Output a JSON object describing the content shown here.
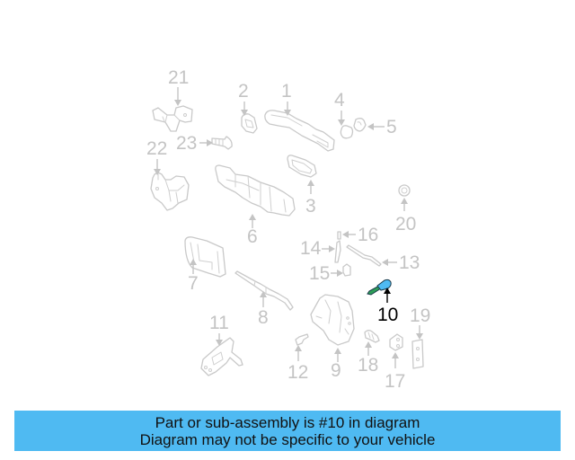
{
  "diagram": {
    "highlighted_part": "10",
    "highlight_color": "#4fbaf2",
    "callout_color": "#c4c4c4",
    "callouts": [
      {
        "id": "1",
        "label": "1"
      },
      {
        "id": "2",
        "label": "2"
      },
      {
        "id": "3",
        "label": "3"
      },
      {
        "id": "4",
        "label": "4"
      },
      {
        "id": "5",
        "label": "5"
      },
      {
        "id": "6",
        "label": "6"
      },
      {
        "id": "7",
        "label": "7"
      },
      {
        "id": "8",
        "label": "8"
      },
      {
        "id": "9",
        "label": "9"
      },
      {
        "id": "10",
        "label": "10"
      },
      {
        "id": "11",
        "label": "11"
      },
      {
        "id": "12",
        "label": "12"
      },
      {
        "id": "13",
        "label": "13"
      },
      {
        "id": "14",
        "label": "14"
      },
      {
        "id": "15",
        "label": "15"
      },
      {
        "id": "16",
        "label": "16"
      },
      {
        "id": "17",
        "label": "17"
      },
      {
        "id": "18",
        "label": "18"
      },
      {
        "id": "19",
        "label": "19"
      },
      {
        "id": "20",
        "label": "20"
      },
      {
        "id": "21",
        "label": "21"
      },
      {
        "id": "22",
        "label": "22"
      },
      {
        "id": "23",
        "label": "23"
      }
    ]
  },
  "banner": {
    "line1": "Part or sub-assembly is #10 in diagram",
    "line2": "Diagram may not be specific to your vehicle",
    "background": "#4fbaf2"
  }
}
